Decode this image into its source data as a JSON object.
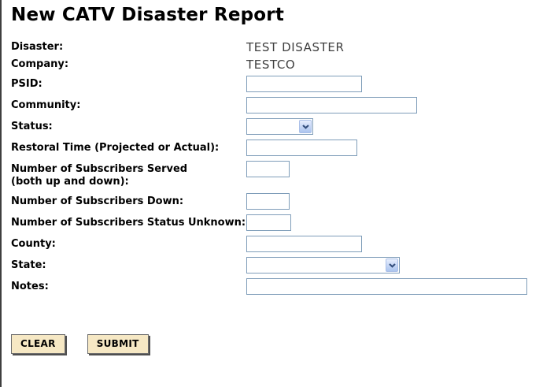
{
  "page": {
    "title": "New CATV Disaster Report"
  },
  "form": {
    "fields": [
      {
        "label": "Disaster:",
        "value": "TEST DISASTER",
        "type": "static"
      },
      {
        "label": "Company:",
        "value": "TESTCO",
        "type": "static"
      },
      {
        "label": "PSID:",
        "value": "",
        "type": "text"
      },
      {
        "label": "Community:",
        "value": "",
        "type": "text"
      },
      {
        "label": "Status:",
        "value": "",
        "type": "select"
      },
      {
        "label": "Restoral Time (Projected or Actual):",
        "value": "",
        "type": "text"
      },
      {
        "label_line1": "Number of Subscribers Served",
        "label_line2": "(both up and down):",
        "value": "",
        "type": "text"
      },
      {
        "label": "Number of Subscribers Down:",
        "value": "",
        "type": "text"
      },
      {
        "label": "Number of Subscribers Status Unknown:",
        "value": "",
        "type": "text"
      },
      {
        "label": "County:",
        "value": "",
        "type": "text"
      },
      {
        "label": "State:",
        "value": "",
        "type": "select"
      },
      {
        "label": "Notes:",
        "value": "",
        "type": "text"
      }
    ]
  },
  "buttons": {
    "clear": "CLEAR",
    "submit": "SUBMIT"
  },
  "icons": {
    "status_dropdown": "chevron-down-icon",
    "state_dropdown": "chevron-down-icon"
  },
  "colors": {
    "input_border": "#7f9db9",
    "frame_edge": "#3f3f3f",
    "button_face": "#f6e8c4",
    "button_shadow": "#4f4f4f",
    "select_button_top": "#e8effd",
    "select_button_bottom": "#abc4ef",
    "select_chevron": "#35507e",
    "static_value_text": "#3f3f3f"
  }
}
